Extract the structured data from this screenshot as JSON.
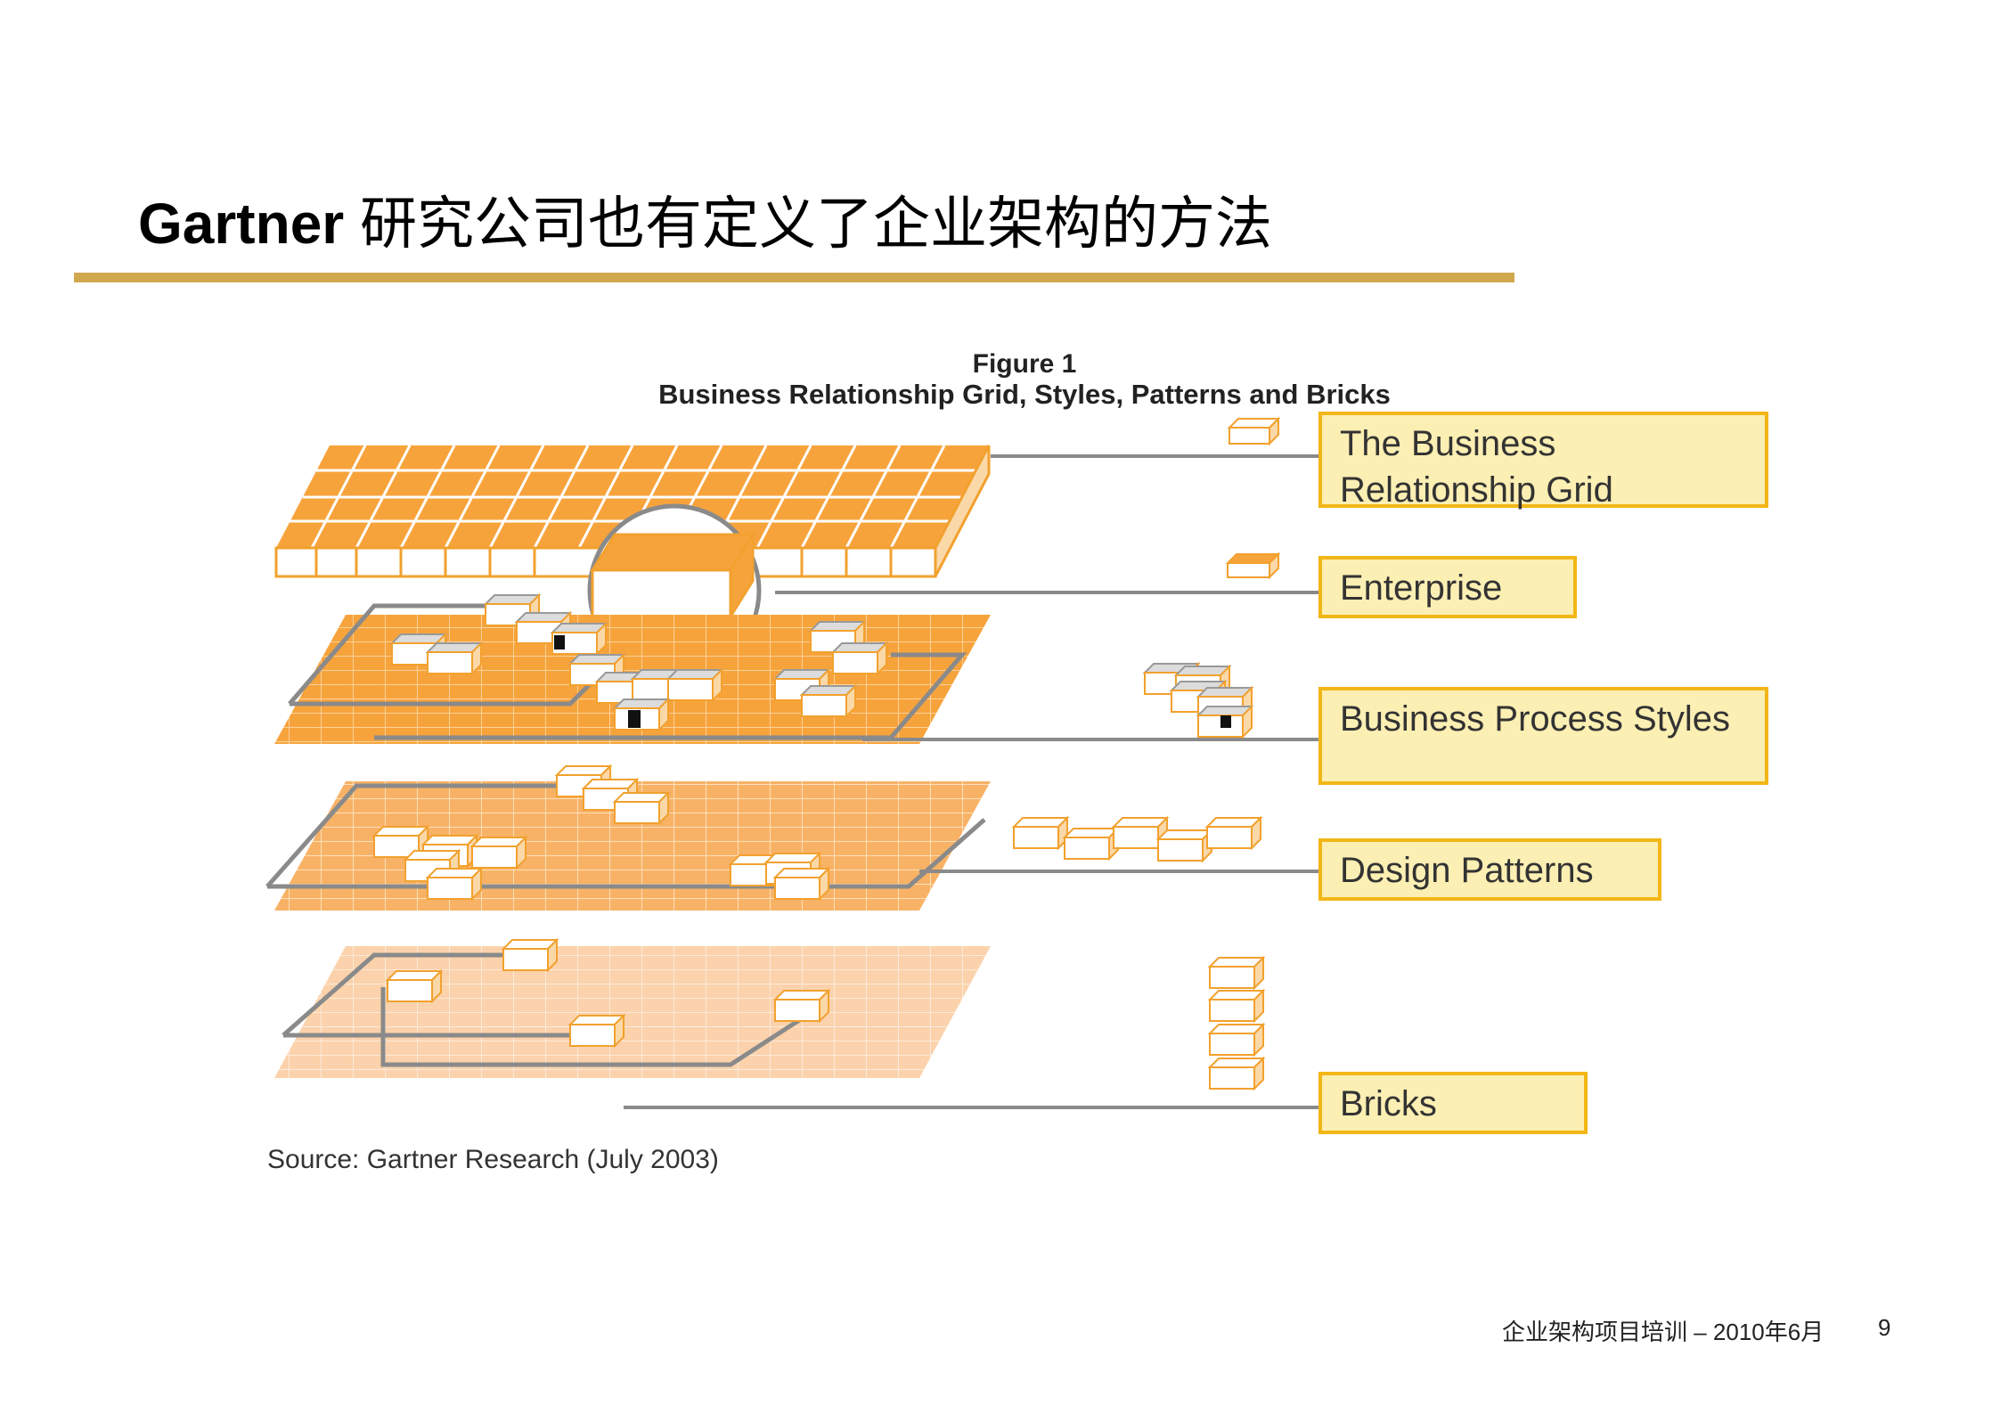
{
  "slide": {
    "title_latin": "Gartner",
    "title_cn": "研究公司也有定义了企业架构的方法",
    "accent_color": "#d0a94f"
  },
  "figure": {
    "caption_line1": "Figure 1",
    "caption_line2": "Business Relationship Grid, Styles, Patterns and Bricks",
    "labels": [
      {
        "text": "The Business Relationship Grid"
      },
      {
        "text": "Enterprise"
      },
      {
        "text": "Business Process Styles"
      },
      {
        "text": "Design Patterns"
      },
      {
        "text": "Bricks"
      }
    ],
    "source": "Source: Gartner Research (July 2003)",
    "colors": {
      "grid_orange": "#f7a33c",
      "label_fill": "#fcefb3",
      "label_border": "#f2b616",
      "connector": "#8a8a8a"
    }
  },
  "footer": {
    "text": "企业架构项目培训 – 2010年6月",
    "page_number": "9"
  }
}
